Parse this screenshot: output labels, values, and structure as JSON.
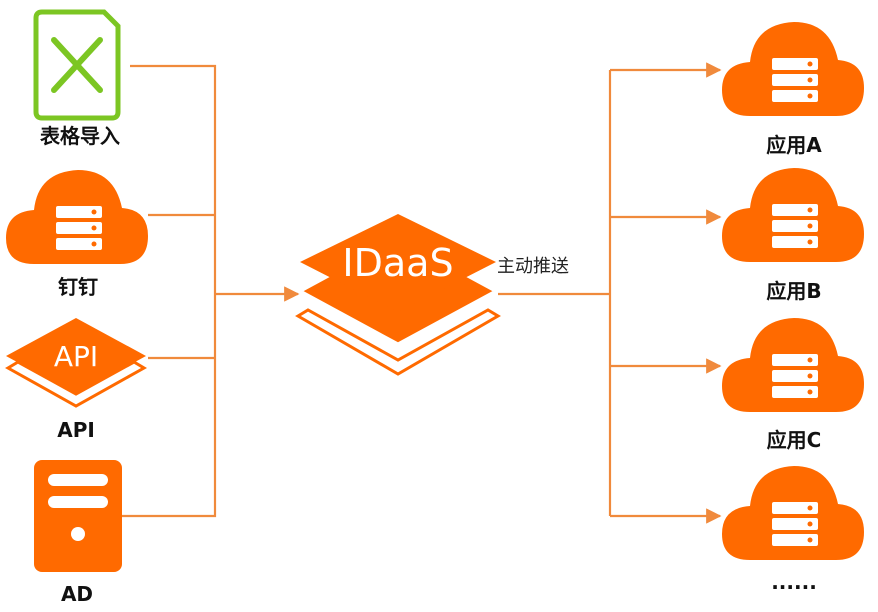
{
  "colors": {
    "accent": "#ff6a00",
    "line": "#f08a3c",
    "excel": "#7cc623",
    "text": "#111111"
  },
  "sources": [
    {
      "id": "excel",
      "icon": "excel-file-icon",
      "label": "表格导入"
    },
    {
      "id": "dingtalk",
      "icon": "cloud-server-icon",
      "label": "钉钉"
    },
    {
      "id": "api",
      "icon": "api-layers-icon",
      "label": "API",
      "icon_text": "API"
    },
    {
      "id": "ad",
      "icon": "server-tower-icon",
      "label": "AD"
    }
  ],
  "hub": {
    "icon": "idaas-layers-icon",
    "text": "IDaaS"
  },
  "edge_label": "主动推送",
  "targets": [
    {
      "icon": "cloud-server-icon",
      "label": "应用A"
    },
    {
      "icon": "cloud-server-icon",
      "label": "应用B"
    },
    {
      "icon": "cloud-server-icon",
      "label": "应用C"
    },
    {
      "icon": "cloud-server-icon",
      "label": "......"
    }
  ]
}
